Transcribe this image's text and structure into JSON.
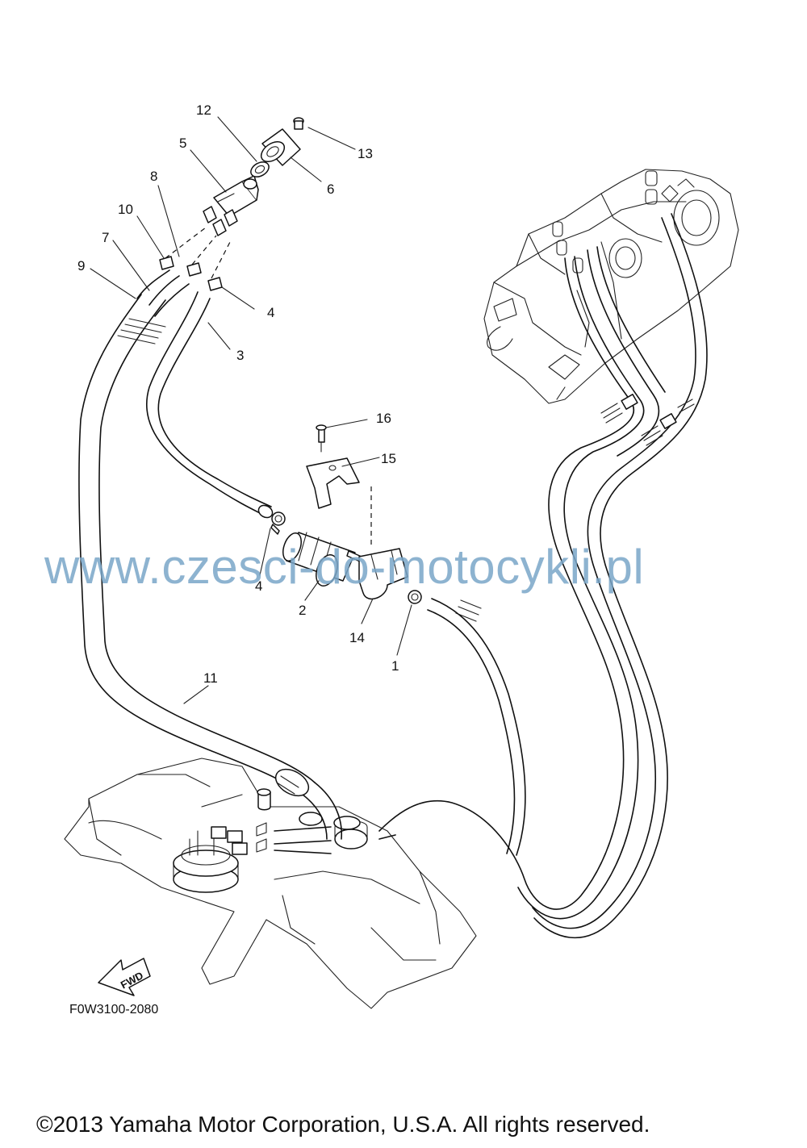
{
  "diagram": {
    "part_numbers": {
      "p1": "1",
      "p2": "2",
      "p3": "3",
      "p4a": "4",
      "p4b": "4",
      "p5": "5",
      "p6": "6",
      "p7": "7",
      "p8": "8",
      "p9": "9",
      "p10": "10",
      "p11": "11",
      "p12": "12",
      "p13": "13",
      "p14": "14",
      "p15": "15",
      "p16": "16"
    },
    "fwd_label": "FWD",
    "drawing_code": "F0W3100-2080"
  },
  "watermark": "www.czesci-do-motocykli.pl",
  "copyright": "©2013 Yamaha Motor Corporation, U.S.A. All rights reserved."
}
